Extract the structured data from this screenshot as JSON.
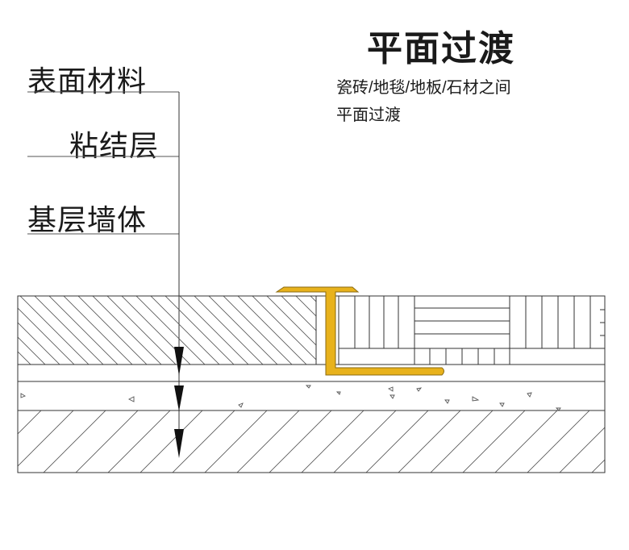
{
  "title": "平面过渡",
  "description": {
    "line1": "瓷砖/地毯/地板/石材之间",
    "line2": "平面过渡"
  },
  "layer_labels": [
    "表面材料",
    "粘结层",
    "基层墙体"
  ],
  "colors": {
    "profile": "#e8b21c",
    "line": "#333333"
  }
}
